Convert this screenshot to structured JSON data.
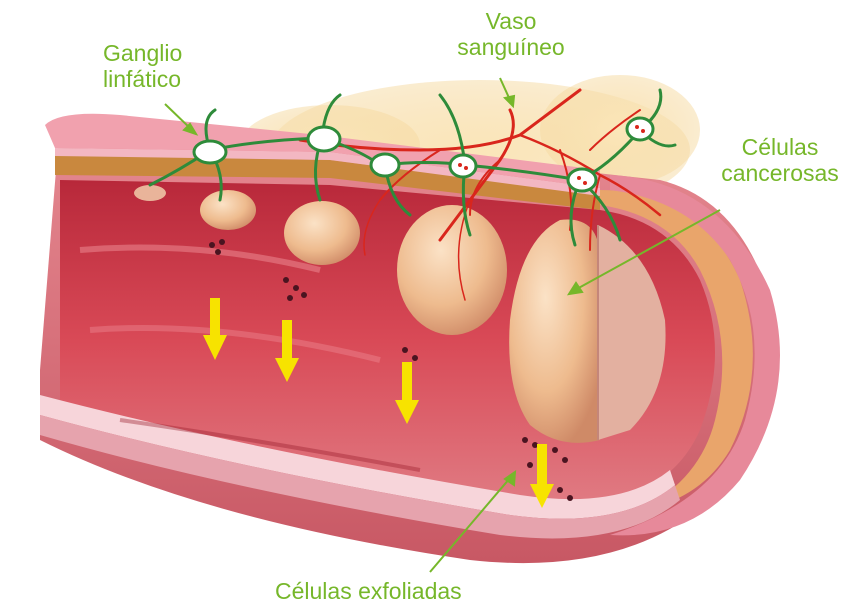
{
  "labels": {
    "ganglio": {
      "line1": "Ganglio",
      "line2": "linfático"
    },
    "vaso": {
      "line1": "Vaso",
      "line2": "sanguíneo"
    },
    "celulas_cancerosas": {
      "line1": "Células",
      "line2": "cancerosas"
    },
    "celulas_exfoliadas": "Células exfoliadas"
  },
  "colors": {
    "label_green": "#76b72a",
    "lymph_green": "#2e8b3a",
    "vessel_red": "#d9261c",
    "arrow_yellow": "#f7e300",
    "tissue_red": "#c8333a",
    "tumor_cream": "#f0c59a"
  }
}
